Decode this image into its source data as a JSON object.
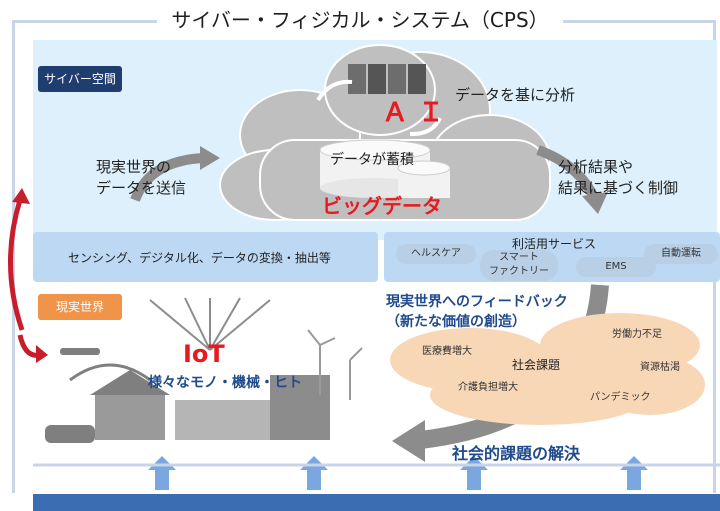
{
  "title": "サイバー・フィジカル・システム（CPS）",
  "cyber": {
    "tag": "サイバー空間",
    "ai": "ＡＩ",
    "analysis": "データを基に分析",
    "accumulate": "データが蓄積",
    "bigdata": "ビッグデータ",
    "send_line1": "現実世界の",
    "send_line2": "データを送信",
    "control_line1": "分析結果や",
    "control_line2": "結果に基づく制御"
  },
  "band": {
    "sensing": "センシング、デジタル化、データの変換・抽出等",
    "services_title": "利活用サービス",
    "services": [
      "ヘルスケア",
      "スマート\nファクトリー",
      "EMS",
      "自動運転"
    ]
  },
  "physical": {
    "tag": "現実世界",
    "iot": "IoT",
    "things": "様々なモノ・機械・ヒト",
    "feedback_line1": "現実世界へのフィードバック",
    "feedback_line2": "（新たな価値の創造）",
    "social_issues_title": "社会課題",
    "issues": [
      "医療費増大",
      "労働力不足",
      "資源枯渇",
      "介護負担増大",
      "パンデミック"
    ],
    "solution": "社会的課題の解決"
  },
  "colors": {
    "cyber_tag": "#1f3d6e",
    "physical_tag": "#f0944a",
    "red": "#e8191f",
    "frame": "#c9d4e6",
    "bottom": "#3b6db3"
  }
}
